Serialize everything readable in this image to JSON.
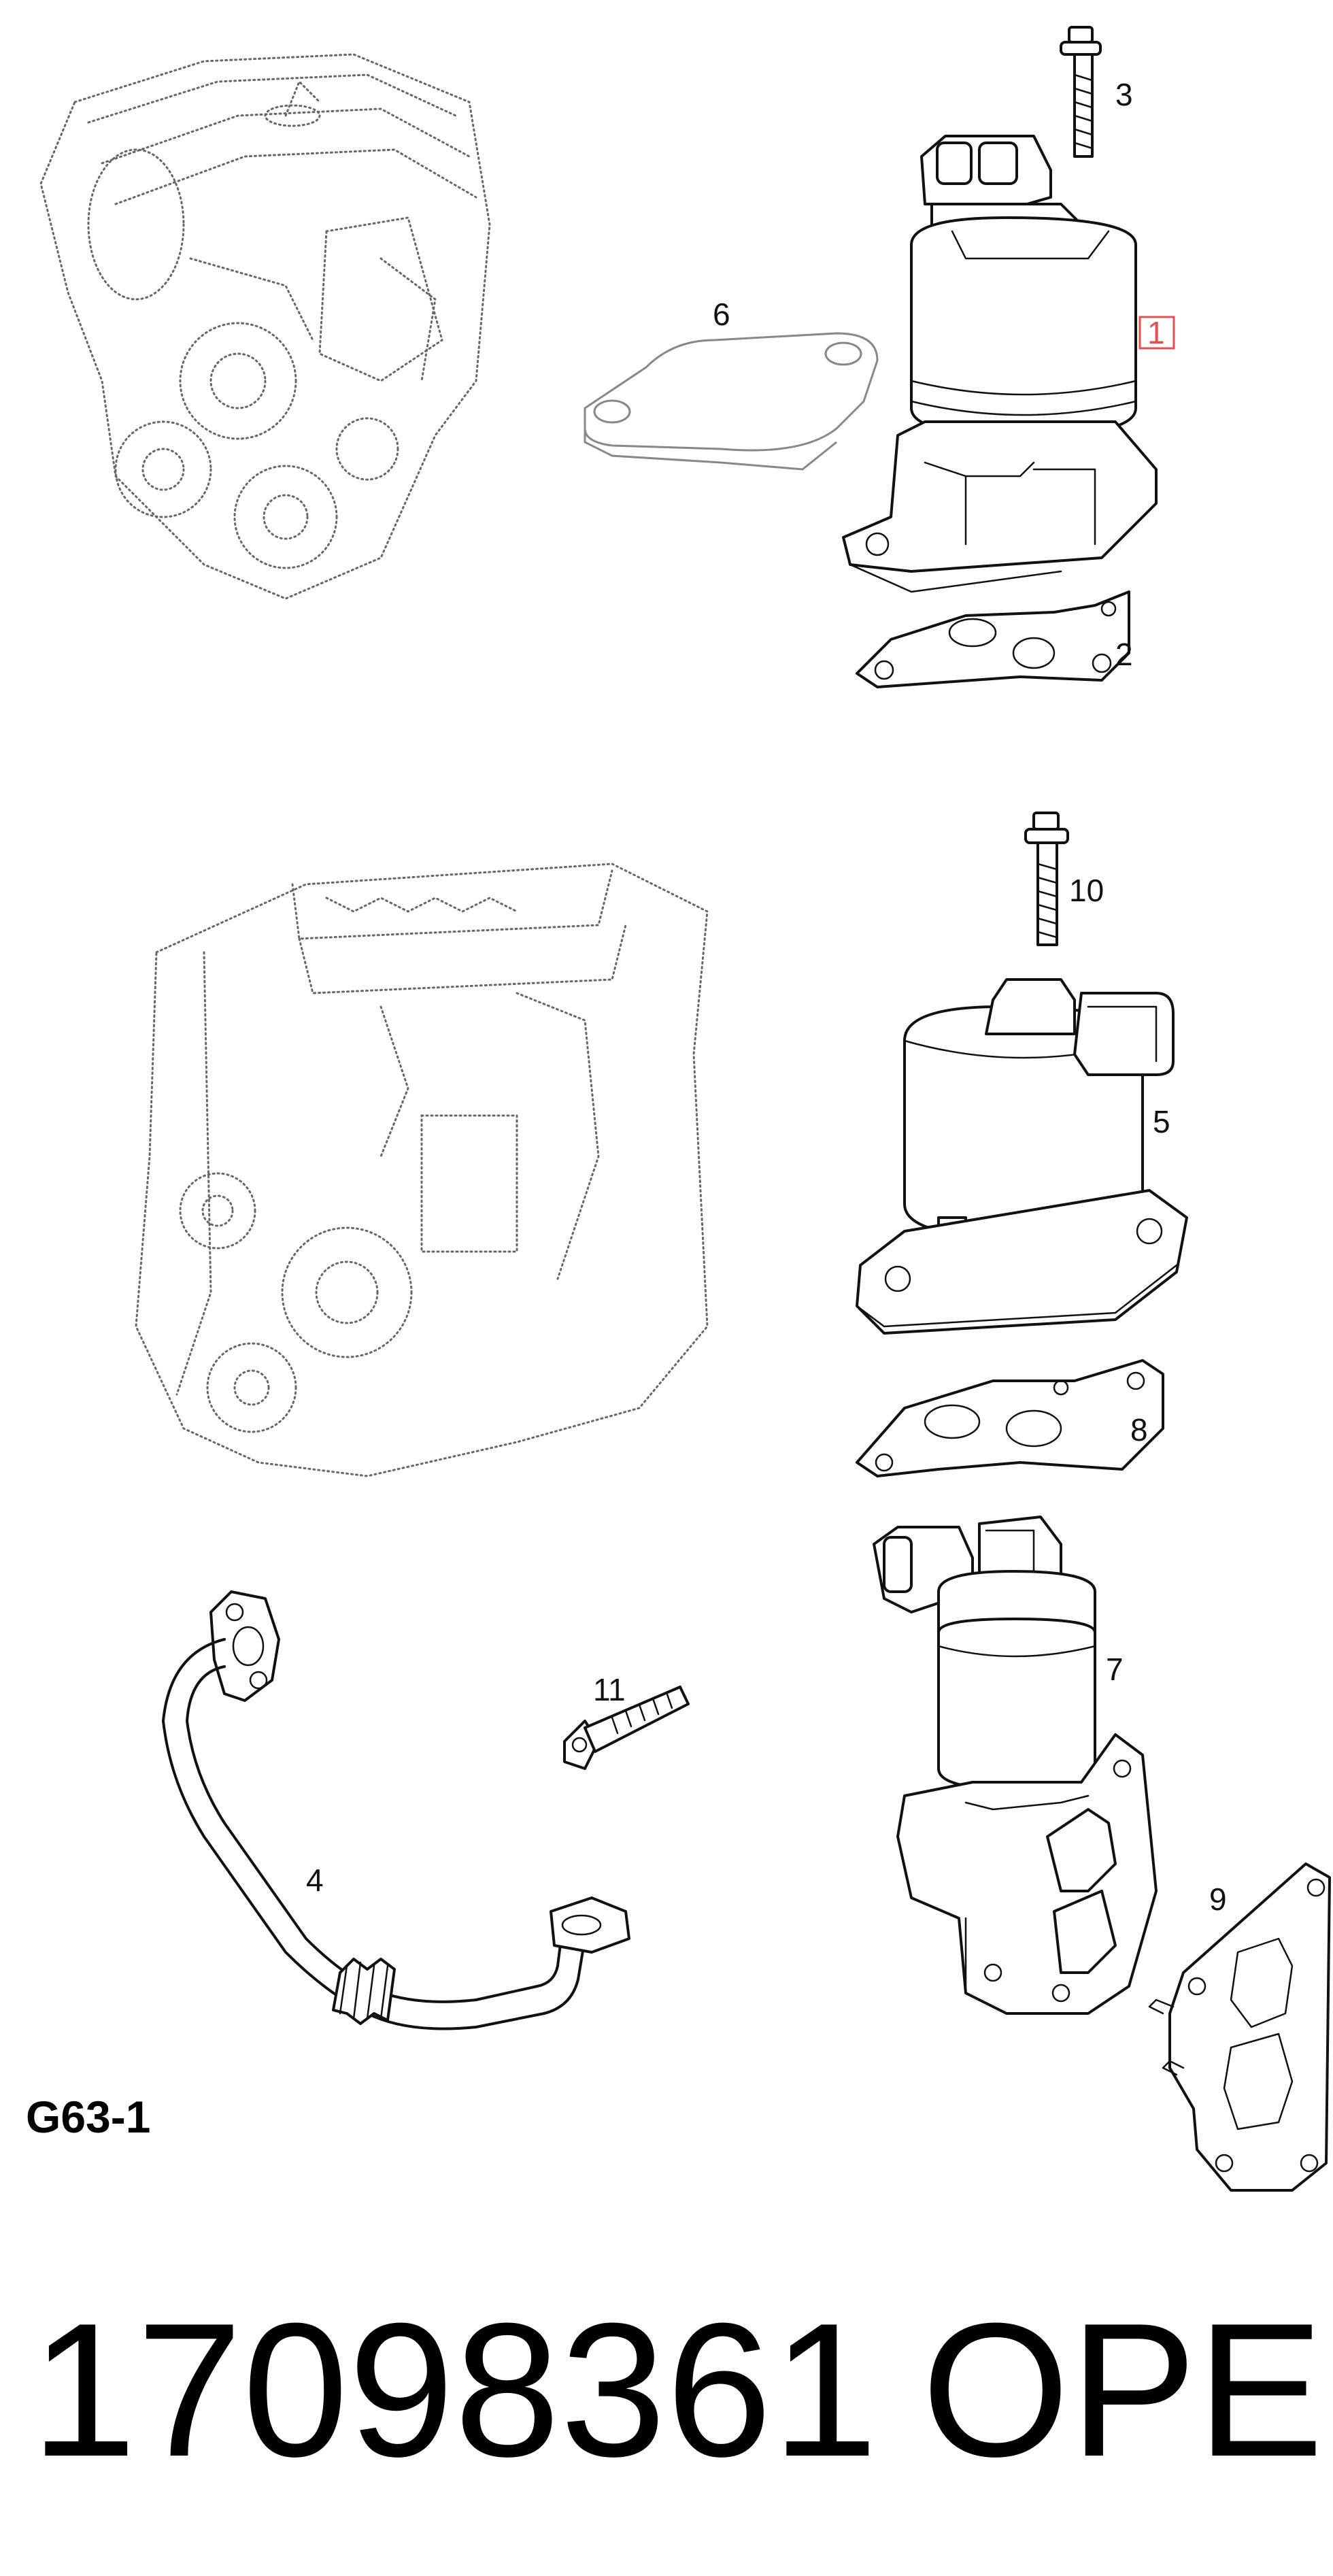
{
  "diagram_code": "G63-1",
  "part_number": "17098361",
  "brand": "OPEL",
  "callouts": {
    "c1": "1",
    "c2": "2",
    "c3": "3",
    "c4": "4",
    "c5": "5",
    "c6": "6",
    "c7": "7",
    "c8": "8",
    "c9": "9",
    "c10": "10",
    "c11": "11"
  },
  "colors": {
    "highlight": "#e05050",
    "ink": "#111111",
    "engine_ghost": "#666666"
  }
}
